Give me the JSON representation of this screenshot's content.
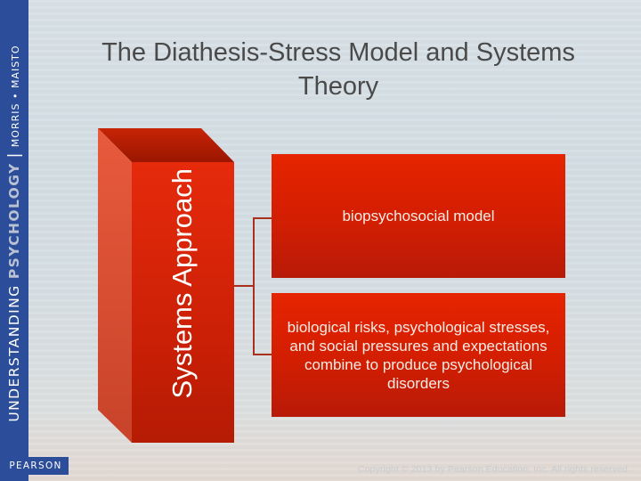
{
  "slide": {
    "title": "The Diathesis-Stress Model and Systems Theory",
    "copyright": "Copyright © 2013 by Pearson Education, Inc. All rights reserved."
  },
  "branding": {
    "sidebar_word1": "UNDERSTANDING",
    "sidebar_word2": "PSYCHOLOGY",
    "sidebar_separator": "|",
    "sidebar_authors": "MORRIS • MAISTO",
    "publisher": "PEARSON",
    "colors": {
      "sidebar": "#2b4d9a",
      "psychology_text": "#b9c1d3"
    }
  },
  "diagram": {
    "root": {
      "label": "Systems Approach"
    },
    "children": [
      {
        "label": "biopsychosocial model"
      },
      {
        "label": "biological risks, psychological stresses, and social pressures and expectations combine to produce psychological disorders"
      }
    ],
    "colors": {
      "box_front_top": "#e62a10",
      "box_front_bottom": "#b81c05",
      "box_side": "#d84a30",
      "box_top": "#a81800",
      "card": "#d21e02",
      "connector": "#a8301e",
      "title_text": "#4a4a4a"
    }
  }
}
